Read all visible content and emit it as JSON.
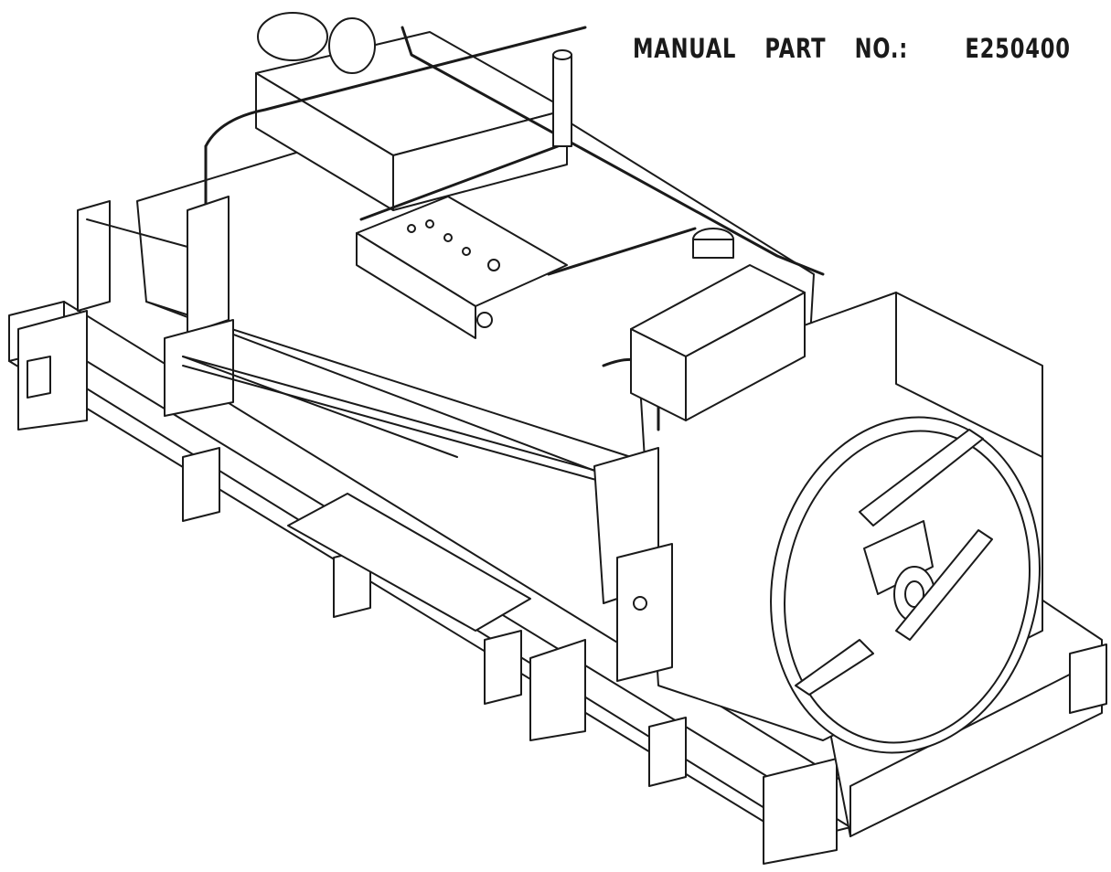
{
  "header": {
    "manual_label": "MANUAL",
    "part_label": "PART",
    "no_label": "NO.:",
    "part_number": "E250400"
  },
  "colors": {
    "ink": "#1a1a1a",
    "paper": "#ffffff"
  }
}
